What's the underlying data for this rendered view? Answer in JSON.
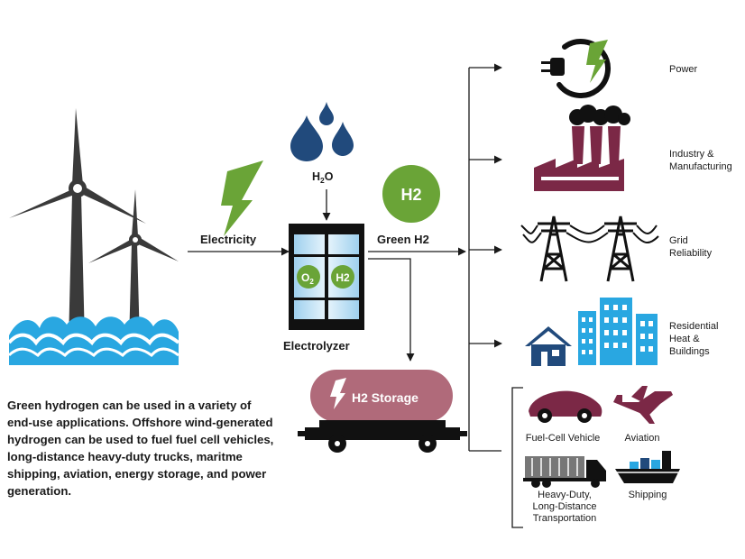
{
  "labels": {
    "electricity": "Electricity",
    "h2o_h": "H",
    "h2o_sub": "2",
    "h2o_o": "O",
    "electrolyzer": "Electrolyzer",
    "o2_o": "O",
    "o2_sub": "2",
    "cell_h2": "H2",
    "green_h2_badge": "H2",
    "green_h2": "Green H2",
    "storage": "H2 Storage"
  },
  "end_uses": {
    "power": "Power",
    "industry": [
      "Industry &",
      "Manufacturing"
    ],
    "grid": [
      "Grid",
      "Reliability"
    ],
    "residential": [
      "Residential",
      "Heat &",
      "Buildings"
    ],
    "fuel_cell": "Fuel-Cell Vehicle",
    "aviation": "Aviation",
    "heavy_duty": [
      "Heavy-Duty,",
      "Long-Distance",
      "Transportation"
    ],
    "shipping": "Shipping"
  },
  "description": "Green hydrogen can be used in a variety of end-use applications. Offshore wind-generated hydrogen can be used to fuel fuel cell vehicles, long-distance heavy-duty trucks, maritme shipping, aviation, energy storage, and power generation.",
  "colors": {
    "green": "#6aa437",
    "maroon": "#7b2846",
    "storage": "#b06a7a",
    "blue": "#29a7e1",
    "navy": "#214a7c",
    "dark": "#1a1a1a",
    "gray": "#555555"
  }
}
